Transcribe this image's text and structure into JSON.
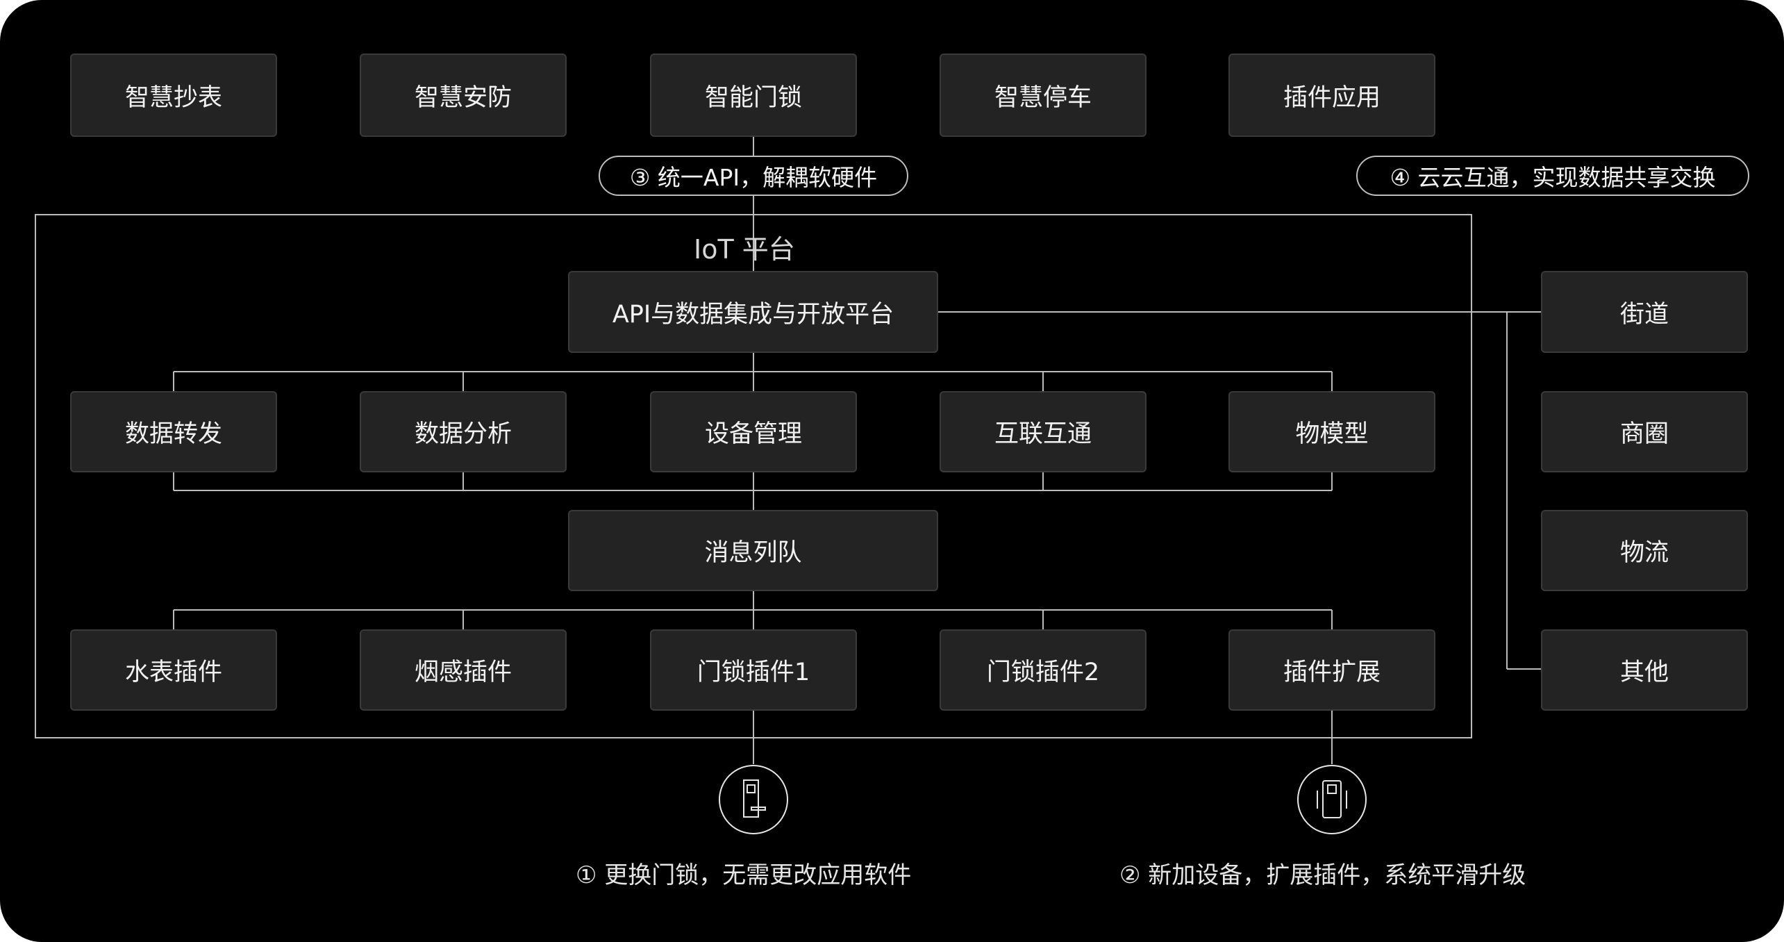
{
  "applications": [
    "智慧抄表",
    "智慧安防",
    "智能门锁",
    "智慧停车",
    "插件应用"
  ],
  "api_note": "③ 统一API，解耦软硬件",
  "cloud_note": "④ 云云互通，实现数据共享交换",
  "platform_title": "IoT 平台",
  "api_platform": "API与数据集成与开放平台",
  "services": [
    "数据转发",
    "数据分析",
    "设备管理",
    "互联互通",
    "物模型"
  ],
  "message_queue": "消息列队",
  "plugins": [
    "水表插件",
    "烟感插件",
    "门锁插件1",
    "门锁插件2",
    "插件扩展"
  ],
  "scenarios": [
    "街道",
    "商圈",
    "物流",
    "其他"
  ],
  "bottom_notes": {
    "left": "① 更换门锁，无需更改应用软件",
    "right": "② 新加设备，扩展插件，系统平滑升级"
  },
  "icons": [
    "door-lock-icon",
    "sensor-device-icon"
  ]
}
